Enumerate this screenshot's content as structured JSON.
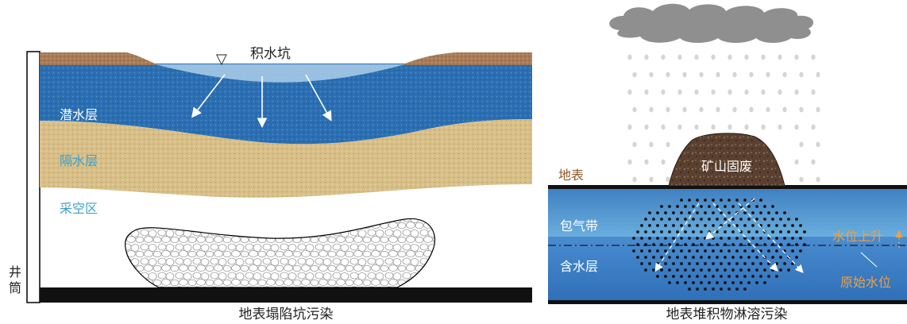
{
  "left_panel": {
    "caption": "地表塌陷坑污染",
    "pond_label": "积水坑",
    "water_level_symbol": "▽",
    "layers": {
      "phreatic": "潜水层",
      "aquitard": "隔水层",
      "goaf": "采空区"
    },
    "shaft_label": [
      "井",
      "筒"
    ]
  },
  "right_panel": {
    "caption": "地表堆积物淋溶污染",
    "surface_label": "地表",
    "waste_label": "矿山固废",
    "vadose_label": "包气带",
    "aquifer_label": "含水层",
    "rise_label": "水位上升",
    "original_label": "原始水位"
  },
  "colors": {
    "soil": "#a87c58",
    "pond": "#a6c9e6",
    "phreatic": "#2b6fb2",
    "aquitard": "#d8bf88",
    "goaf_label": "#3aa0cf",
    "aquitard_label": "#3aa0cf",
    "vadose": "#5fa4d4",
    "aquifer": "#3c7fc6",
    "water_level_text": "#f0a040",
    "cloud": "#8f8f8f",
    "rain": "#d5d5d5",
    "waste": "#5a4030"
  }
}
